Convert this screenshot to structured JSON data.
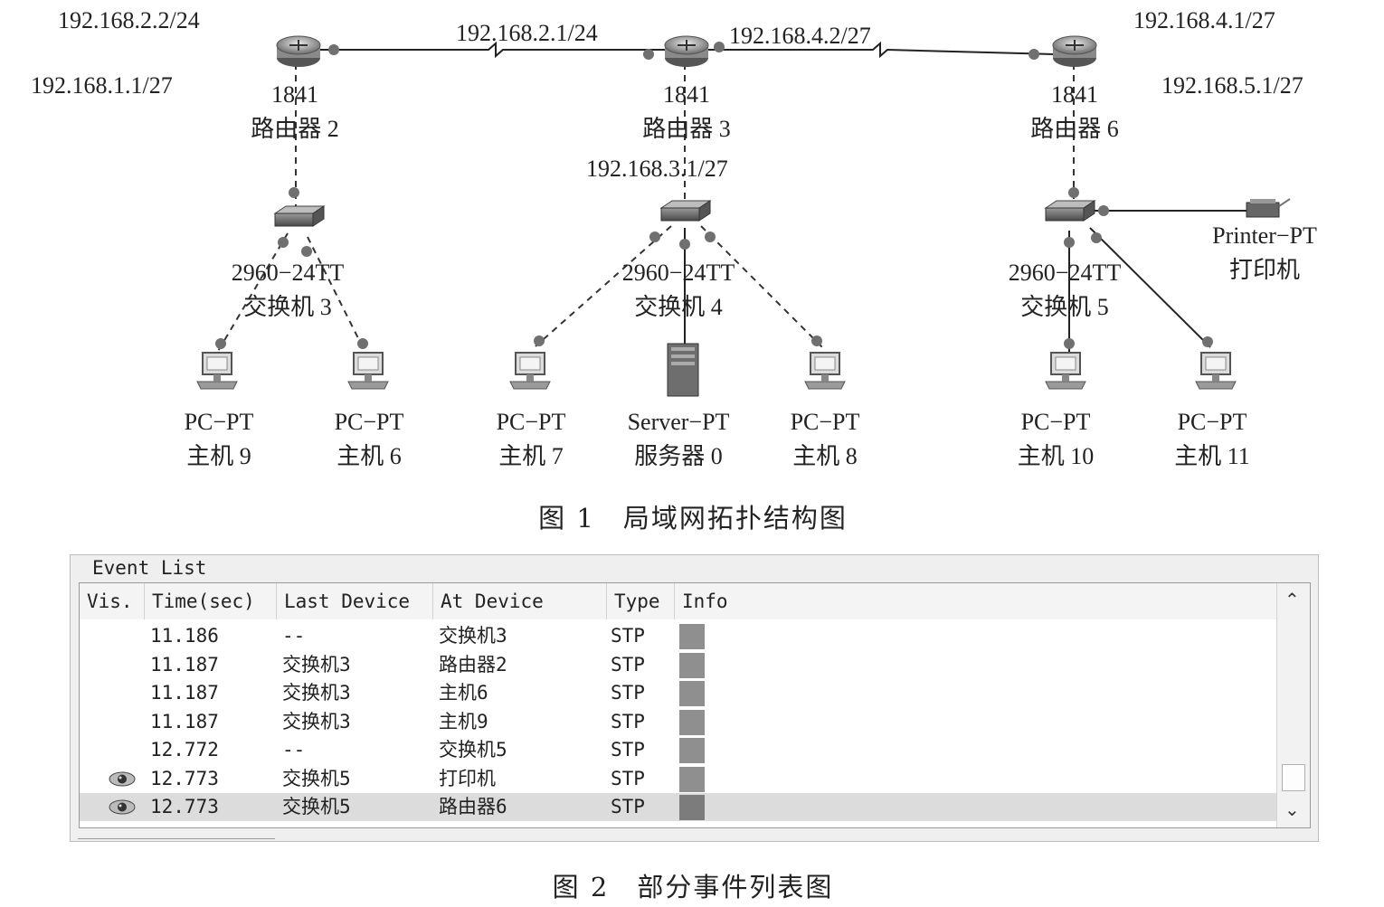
{
  "figure1": {
    "caption": "图 1　局域网拓扑结构图",
    "routers": [
      {
        "id": "r2",
        "model": "1841",
        "name": "路由器 2"
      },
      {
        "id": "r3",
        "model": "1841",
        "name": "路由器 3"
      },
      {
        "id": "r6",
        "model": "1841",
        "name": "路由器 6"
      }
    ],
    "switches": [
      {
        "id": "s3",
        "model": "2960−24TT",
        "name": "交换机 3"
      },
      {
        "id": "s4",
        "model": "2960−24TT",
        "name": "交换机 4"
      },
      {
        "id": "s5",
        "model": "2960−24TT",
        "name": "交换机 5"
      }
    ],
    "end_devices": [
      {
        "id": "pc9",
        "model": "PC−PT",
        "name": "主机 9"
      },
      {
        "id": "pc6",
        "model": "PC−PT",
        "name": "主机 6"
      },
      {
        "id": "pc7",
        "model": "PC−PT",
        "name": "主机 7"
      },
      {
        "id": "srv0",
        "model": "Server−PT",
        "name": "服务器 0"
      },
      {
        "id": "pc8",
        "model": "PC−PT",
        "name": "主机 8"
      },
      {
        "id": "pc10",
        "model": "PC−PT",
        "name": "主机 10"
      },
      {
        "id": "pc11",
        "model": "PC−PT",
        "name": "主机 11"
      },
      {
        "id": "printer",
        "model": "Printer−PT",
        "name": "打印机"
      }
    ],
    "ip_labels": {
      "r2_wan": "192.168.2.2/24",
      "r2_lan": "192.168.1.1/27",
      "r3_wan_left": "192.168.2.1/24",
      "r3_wan_right": "192.168.4.2/27",
      "r3_lan": "192.168.3.1/27",
      "r6_wan": "192.168.4.1/27",
      "r6_lan": "192.168.5.1/27"
    }
  },
  "figure2": {
    "caption": "图 2　部分事件列表图",
    "panel_title": "Event List",
    "columns": [
      "Vis.",
      "Time(sec)",
      "Last Device",
      "At Device",
      "Type",
      "Info"
    ],
    "rows": [
      {
        "visible": false,
        "time": "11.186",
        "last": "--",
        "at": "交换机3",
        "type": "STP",
        "selected": false
      },
      {
        "visible": false,
        "time": "11.187",
        "last": "交换机3",
        "at": "路由器2",
        "type": "STP",
        "selected": false
      },
      {
        "visible": false,
        "time": "11.187",
        "last": "交换机3",
        "at": "主机6",
        "type": "STP",
        "selected": false
      },
      {
        "visible": false,
        "time": "11.187",
        "last": "交换机3",
        "at": "主机9",
        "type": "STP",
        "selected": false
      },
      {
        "visible": false,
        "time": "12.772",
        "last": "--",
        "at": "交换机5",
        "type": "STP",
        "selected": false
      },
      {
        "visible": true,
        "time": "12.773",
        "last": "交换机5",
        "at": "打印机",
        "type": "STP",
        "selected": false
      },
      {
        "visible": true,
        "time": "12.773",
        "last": "交换机5",
        "at": "路由器6",
        "type": "STP",
        "selected": true
      }
    ],
    "info_color": "#8f8f8f",
    "icons": {
      "visible": "eye-icon",
      "scroll_up": "chevron-up-icon",
      "scroll_down": "chevron-down-icon"
    }
  }
}
